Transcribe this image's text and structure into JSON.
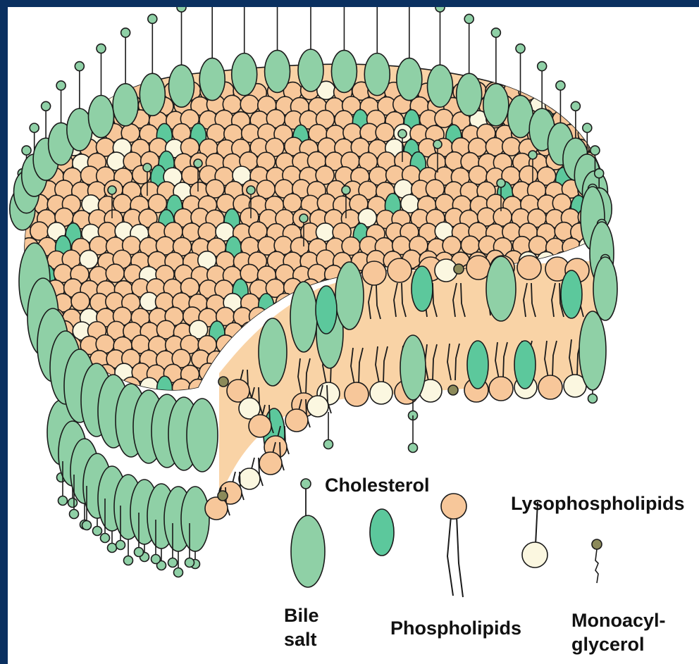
{
  "colors": {
    "border": "#0a3060",
    "bile_salt": "#8fd0a6",
    "cholesterol": "#5cc89c",
    "phospholipid": "#f7c79a",
    "lysophospholipid": "#fbf7e0",
    "monoacylglycerol": "#8c8a5a",
    "interior": "#f9d3a6",
    "outline": "#1a1a1a"
  },
  "legend": {
    "cholesterol": "Cholesterol",
    "lysophospholipids": "Lysophospholipids",
    "bile_salt_line1": "Bile",
    "bile_salt_line2": "salt",
    "phospholipids": "Phospholipids",
    "monoacylglycerol_line1": "Monoacyl-",
    "monoacylglycerol_line2": "glycerol"
  }
}
